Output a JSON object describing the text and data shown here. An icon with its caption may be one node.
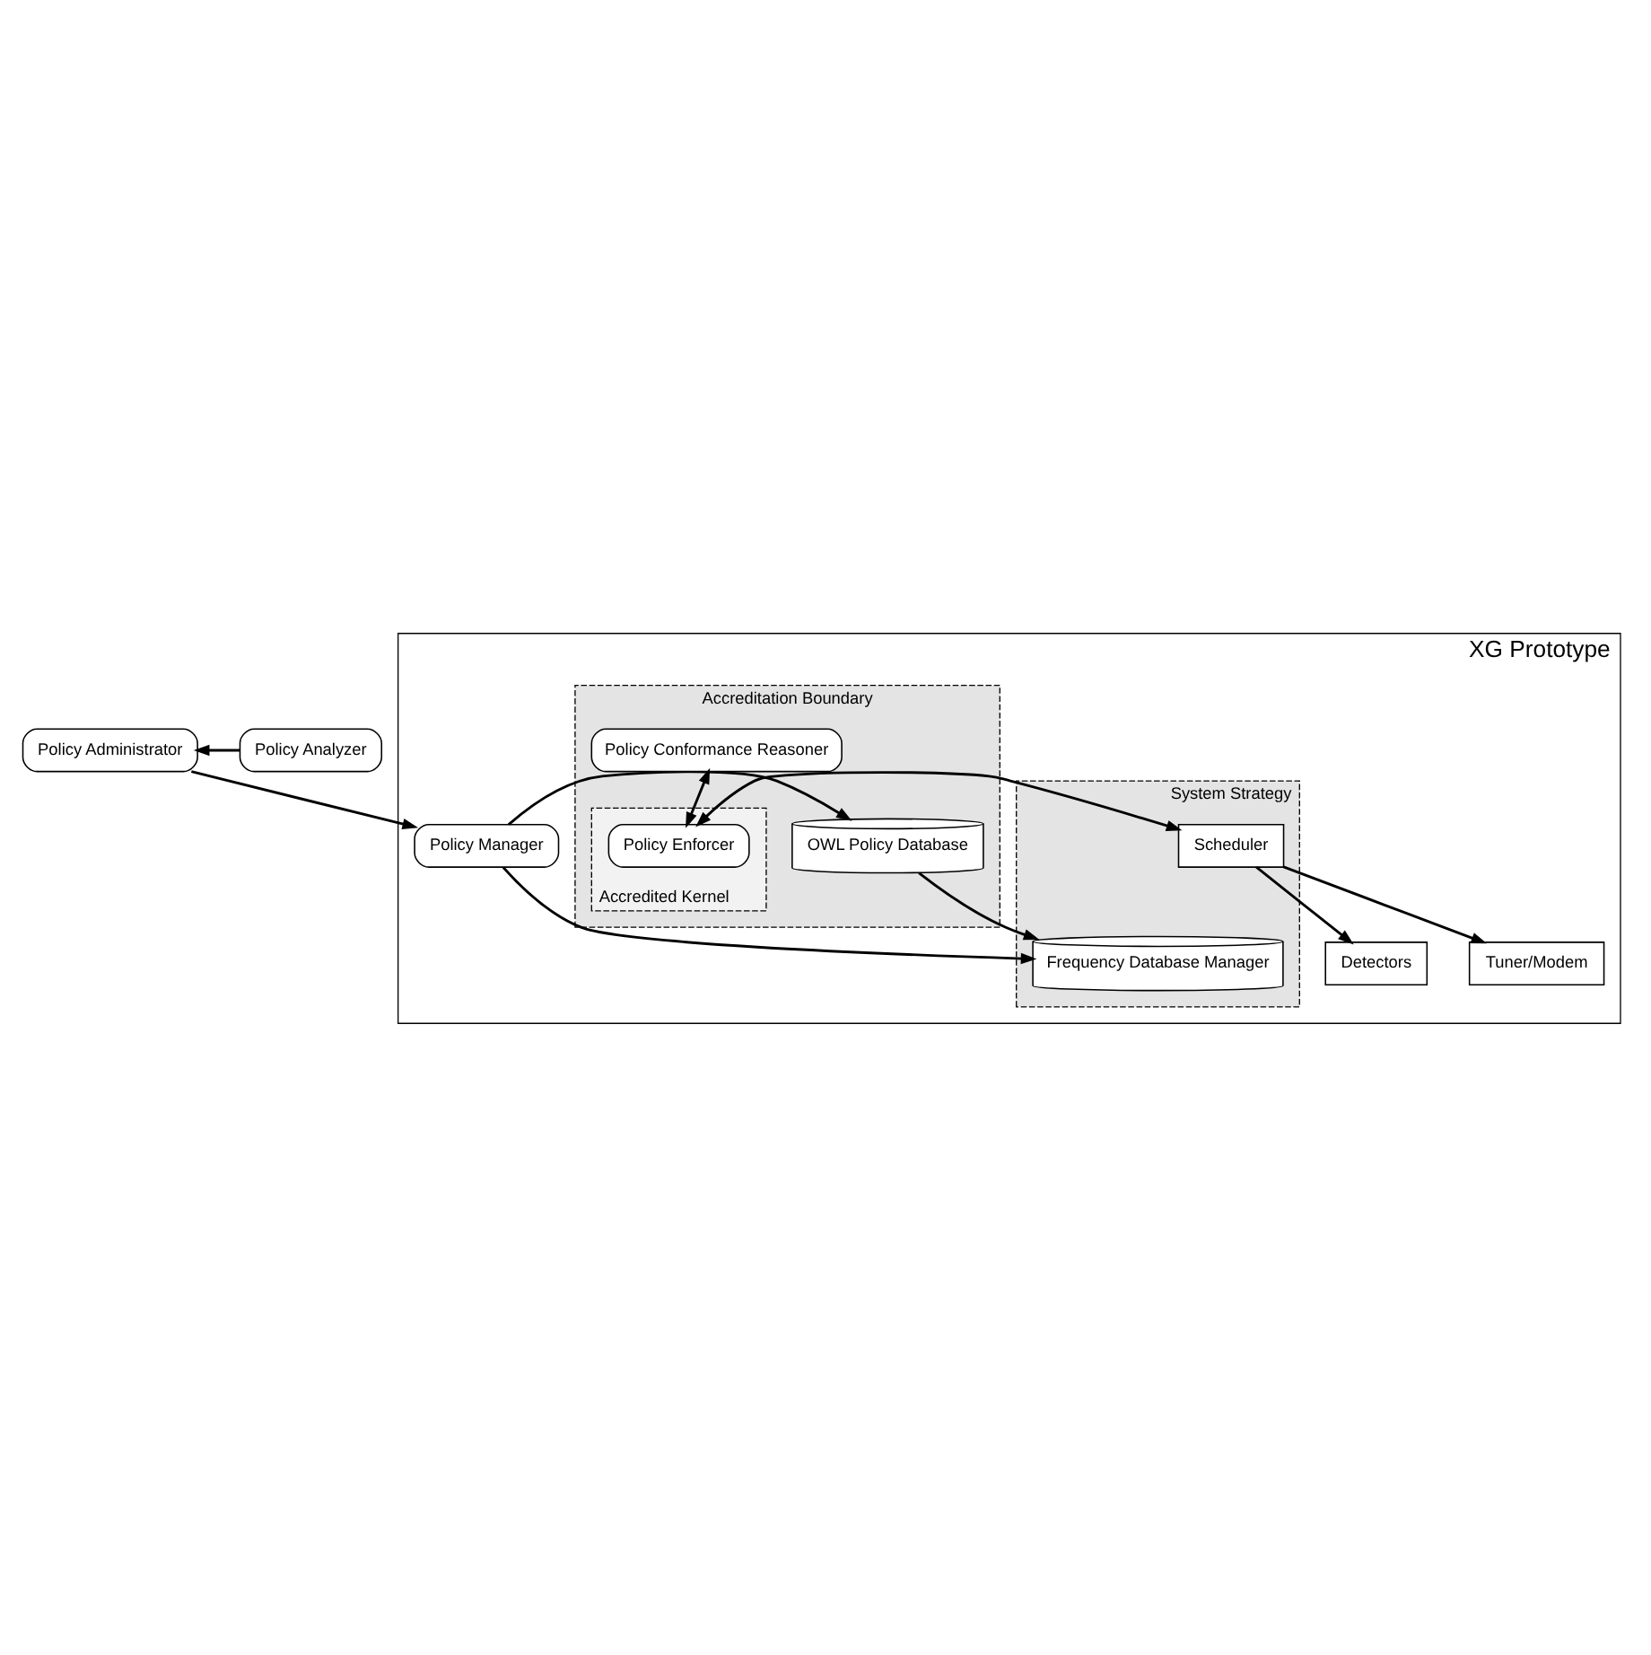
{
  "diagram": {
    "nodes": [
      {
        "text": [
          "Policy Administrator"
        ]
      },
      {
        "text": [
          "Policy Analyzer"
        ]
      },
      {
        "text": [
          "XG Prototype"
        ]
      },
      {
        "text": [
          "Accreditation Boundary"
        ],
        "in": 2
      },
      {
        "text": [
          "OWL Policy Database"
        ],
        "in": 3
      },
      {
        "text": [
          "Policy Manager"
        ],
        "in": 2
      },
      {
        "text": [
          "System Strategy"
        ],
        "in": 2
      },
      {
        "text": [
          "Policy Conformance Reasoner"
        ],
        "in": 3
      },
      {
        "text": [
          "Frequency Database Manager"
        ],
        "in": 6
      },
      {
        "text": [
          "Accredited Kernel"
        ],
        "in": 3
      },
      {
        "text": [
          "Policy Enforcer"
        ],
        "in": 9
      },
      {
        "text": [
          "Scheduler"
        ],
        "in": 6
      },
      {
        "text": [
          "Detectors"
        ],
        "in": 2
      },
      {
        "text": [
          "Tuner/Modem"
        ],
        "in": 2
      }
    ],
    "edges": [
      {
        "from": 1,
        "to": 0,
        "arrow": "to"
      },
      {
        "from": 0,
        "to": 5,
        "arrow": "to"
      },
      {
        "from": 5,
        "to": 4,
        "arrow": "to"
      },
      {
        "from": 5,
        "to": 8,
        "arrow": "to"
      },
      {
        "from": 4,
        "to": 8,
        "arrow": "to"
      },
      {
        "from": 7,
        "to": 10,
        "arrow": "both"
      },
      {
        "from": 10,
        "to": 11,
        "arrow": "both"
      },
      {
        "from": 11,
        "to": 12,
        "arrow": "to"
      },
      {
        "from": 11,
        "to": 13,
        "arrow": "to"
      }
    ]
  }
}
